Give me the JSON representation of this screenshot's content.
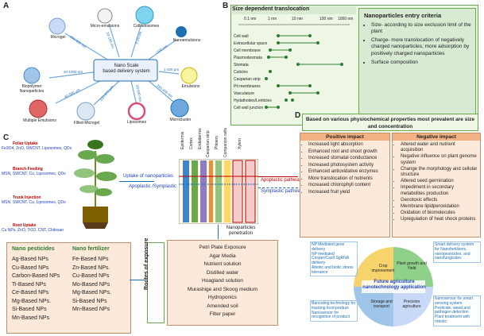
{
  "panels": {
    "a": "A",
    "b": "B",
    "c": "C",
    "d": "D"
  },
  "panel_a": {
    "center": "Nano Scale\nbased delivery system",
    "items": [
      {
        "label": "Microgel",
        "size": "200-400 nm"
      },
      {
        "label": "Micro-emulsions",
        "size": "10-100 nm"
      },
      {
        "label": "Colloidosomes",
        "size": "5-20 nm"
      },
      {
        "label": "Nanoemulsions",
        "size": "~100 nm"
      },
      {
        "label": "Biopolymer Nanoparticles",
        "size": "40-1000 nm"
      },
      {
        "label": "Emulsions",
        "size": "1-100 μm"
      },
      {
        "label": "Multiple Emulsions",
        "size": "40-500 μm"
      },
      {
        "label": "Filled-Microgel",
        "size": "100-970 μm"
      },
      {
        "label": "Liposomes",
        "size": "50-500 nm"
      },
      {
        "label": "Microcluster",
        "size": "250-450 nm"
      }
    ]
  },
  "panel_b": {
    "title": "Size dependent translocation",
    "scale": [
      "0.1 nm",
      "1 nm",
      "10 nm",
      "100 nm",
      "1000 nm"
    ],
    "rows": [
      "Cell wall",
      "Extracellular space",
      "Cell membrane",
      "Plasmodesmata",
      "Stomata",
      "Cuticles",
      "Casparian strip",
      "Pit membranes",
      "Vasculature",
      "Hydathodes/Lenticles",
      "Cell wall junction"
    ],
    "criteria_title": "Nanoparticles entry criteria",
    "criteria": [
      "Size- according to size exclusion limit of the plant",
      "Charge- more translocation of negatively charged nanoparticles, more adsorption by positively charged nanoparticles",
      "Surface composition"
    ]
  },
  "panel_c": {
    "uptakes": [
      {
        "title": "Foliar Uptake",
        "items": "Fe3O4, ZnO, SWCNT, Liposomes, QDs"
      },
      {
        "title": "Branch Feeding",
        "items": "MSN, SWCNT, Cu, Liposomes, QDs"
      },
      {
        "title": "Trunk Injection",
        "items": "MSN, SWCNT, Cu, Liposomes, QDs"
      },
      {
        "title": "Root Uptake",
        "items": "Cu NPs, ZnO, TiO2, CNT, Chitosan"
      }
    ],
    "uptake_label": "Uptake of nanoparticles",
    "apo_sym": "Apoplastic /Symplastic",
    "tissues": [
      "Epidermis",
      "Cortex",
      "Endodermis",
      "Casparian strip",
      "Phloem",
      "Companion cells",
      "Xylem"
    ],
    "apoplastic": "Apoplastic pathway",
    "symplastic": "Symplastic pathway",
    "penetration": "Nanoparticles\npenetration",
    "pesticides_title": "Nano pesticides",
    "pesticides": [
      "Ag-Based NPs",
      "Cu-Based NPs",
      "Carbon-Based NPs",
      "Ti-Based NPs",
      "Ce-Based NPs",
      "Mg-Based NPs.",
      "Si-Based NPs",
      "Mn-Based NPs"
    ],
    "fertilizer_title": "Nano fertilizer",
    "fertilizer": [
      "Fe-Based NPs",
      "Zn-Based NPs.",
      "Cu-Based NPs",
      "Mo-Based NPs",
      "Mg-Based NPs.",
      "Si-Based NPs",
      "Mn-Based NPs"
    ],
    "routes_label": "Routes of exposure",
    "routes": [
      "Petri Plate Exposure",
      "Agar Media",
      "Nutrient solution",
      "Distilled water",
      "Hoagland solution",
      "Murashige and Skoog medium",
      "Hydroponics",
      "Amended soil",
      "Filter paper"
    ]
  },
  "panel_d": {
    "header": "Based on various physiochemical properties most prevalent are size and concentration",
    "positive_title": "Positive impact",
    "positive": [
      "Increased light absorption",
      "Enhanced root and shoot growth",
      "Increased stomatal conductance",
      "Increased photosystem activity",
      "Enhanced antioxidative enzymes",
      "More translocation of nutrients",
      "Increased chlorophyll content",
      "Increased fruit yield"
    ],
    "negative_title": "Negative impact",
    "negative": [
      "Altered water and nutrient acquisition",
      "Negative influence on plant genome system",
      "Change the morphology and cellular structure",
      "Altered seed germination",
      "Impediment in secondary metabolites production",
      "Genotoxic effects",
      "Membrane lipidperoxidation",
      "Oxidation of biomolecules",
      "Upregulation of heat shock proteins"
    ],
    "center": "Future agriculture nanotechnology application",
    "quadrants": [
      "Crop improvement",
      "Plant growth and Yield",
      "Storage and transport",
      "Precision agriculture"
    ],
    "notes_tl": [
      "NP Mediated gene delivery",
      "NP mediated Crisper/Cas9 SgRNA delivery",
      "Abiotic and biotic stress tolerance"
    ],
    "notes_tr": [
      "Smart delivery system for Nanofertilizers, nanopesticides, and nanofungicides"
    ],
    "notes_bl": [
      "Barcoding technology for tracking food product",
      "Nanosensor for recognition of product"
    ],
    "notes_br": [
      "Nanosensor for smart sensing system",
      "Pesticide, weed and pathogen detection",
      "Plant treatment with robotic"
    ]
  },
  "colors": {
    "green": "#6aa84f",
    "blue": "#1f6fb5",
    "red": "#c00000",
    "orange": "#f4b183"
  }
}
